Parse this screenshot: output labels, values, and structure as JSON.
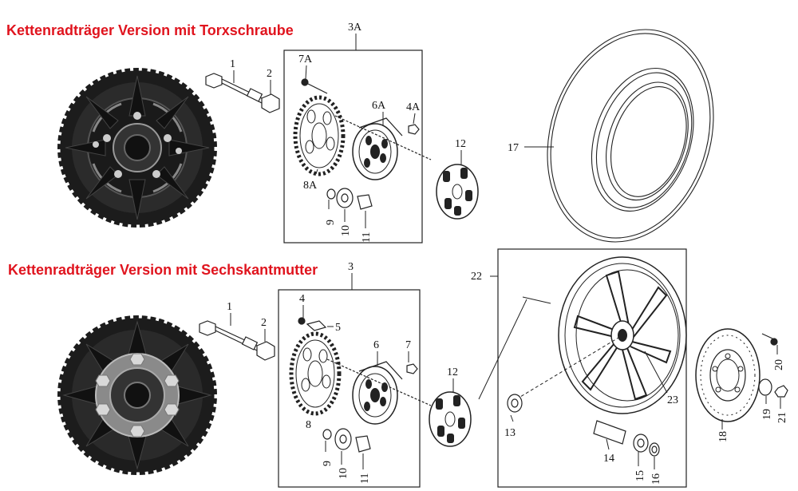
{
  "titles": {
    "torx": "Kettenradträger Version mit Torxschraube",
    "hex": "Kettenradträger Version mit Sechskantmutter"
  },
  "callouts": {
    "c1a": "1",
    "c2a": "2",
    "c3A": "3A",
    "c7A": "7A",
    "c6A": "6A",
    "c4A": "4A",
    "c8A": "8A",
    "c9a": "9",
    "c10a": "10",
    "c11a": "11",
    "c12a": "12",
    "c17": "17",
    "c1b": "1",
    "c2b": "2",
    "c3": "3",
    "c4": "4",
    "c5": "5",
    "c6": "6",
    "c7": "7",
    "c8": "8",
    "c9b": "9",
    "c10b": "10",
    "c11b": "11",
    "c12b": "12",
    "c22": "22",
    "c13": "13",
    "c14": "14",
    "c15": "15",
    "c16": "16",
    "c23": "23",
    "c18": "18",
    "c19": "19",
    "c20": "20",
    "c21": "21"
  },
  "colors": {
    "title": "#e0141e",
    "line": "#222222",
    "sprocket": "#1e1e1e"
  }
}
